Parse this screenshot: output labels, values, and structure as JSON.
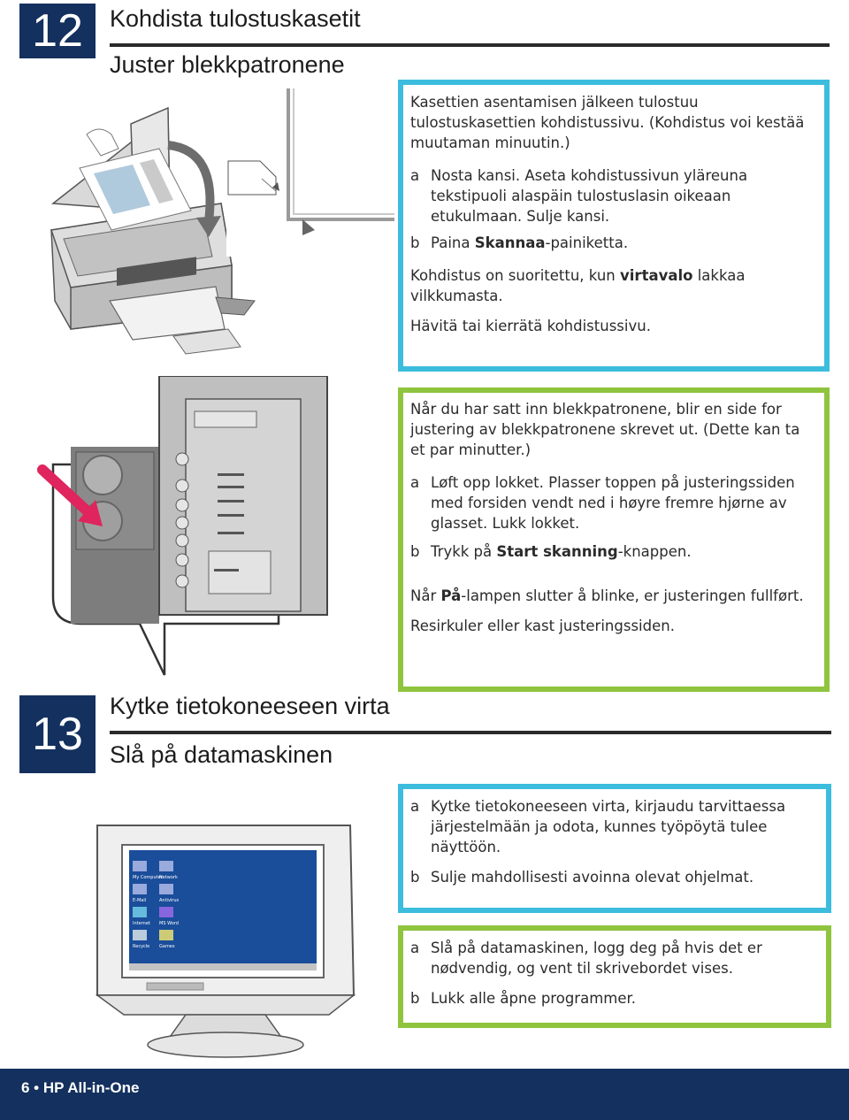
{
  "step12": {
    "number": "12",
    "title_fi": "Kohdista tulostuskasetit",
    "title_no": "Juster blekkpatronene",
    "fi": {
      "intro": "Kasettien asentamisen jälkeen tulostuu tulostuskasettien kohdistussivu. (Kohdistus voi kestää muutaman minuutin.)",
      "a_letter": "a",
      "a_text": "Nosta kansi. Aseta kohdistussivun yläreuna tekstipuoli alaspäin tulostuslasin oikeaan etukulmaan. Sulje kansi.",
      "b_letter": "b",
      "b_pre": "Paina ",
      "b_bold": "Skannaa",
      "b_post": "-painiketta.",
      "done_pre": "Kohdistus on suoritettu, kun ",
      "done_bold": "virtavalo",
      "done_post": " lakkaa vilkkumasta.",
      "recycle": "Hävitä tai kierrätä kohdistussivu."
    },
    "no": {
      "intro": "Når du har satt inn blekkpatronene, blir en side for justering av blekkpatronene skrevet ut. (Dette kan ta et par minutter.)",
      "a_letter": "a",
      "a_text": "Løft opp lokket. Plasser toppen på justeringssiden med forsiden vendt ned i høyre fremre hjørne av glasset. Lukk lokket.",
      "b_letter": "b",
      "b_pre": "Trykk på ",
      "b_bold": "Start skanning",
      "b_post": "-knappen.",
      "done_pre": "Når ",
      "done_bold": "På",
      "done_post": "-lampen slutter å blinke, er justeringen fullført.",
      "recycle": "Resirkuler eller kast justeringssiden."
    }
  },
  "step13": {
    "number": "13",
    "title_fi": "Kytke tietokoneeseen virta",
    "title_no": "Slå på datamaskinen",
    "fi": {
      "a_letter": "a",
      "a_text": "Kytke tietokoneeseen virta, kirjaudu tarvittaessa järjestelmään ja odota, kunnes työpöytä tulee näyttöön.",
      "b_letter": "b",
      "b_text": "Sulje mahdollisesti avoinna olevat ohjelmat."
    },
    "no": {
      "a_letter": "a",
      "a_text": "Slå på datamaskinen, logg deg på hvis det er nødvendig, og vent til skrivebordet vises.",
      "b_letter": "b",
      "b_text": "Lukk alle åpne programmer."
    },
    "desktop_icons": [
      "My Computer",
      "Network",
      "E-Mail",
      "Antivirus",
      "Internet",
      "MS Word",
      "Recycle",
      "Games"
    ]
  },
  "footer": {
    "text": "6 • HP All-in-One"
  },
  "colors": {
    "navy": "#13305e",
    "blue_border": "#3dbdde",
    "green_border": "#8fc43e",
    "arrow_red": "#e0245e"
  }
}
